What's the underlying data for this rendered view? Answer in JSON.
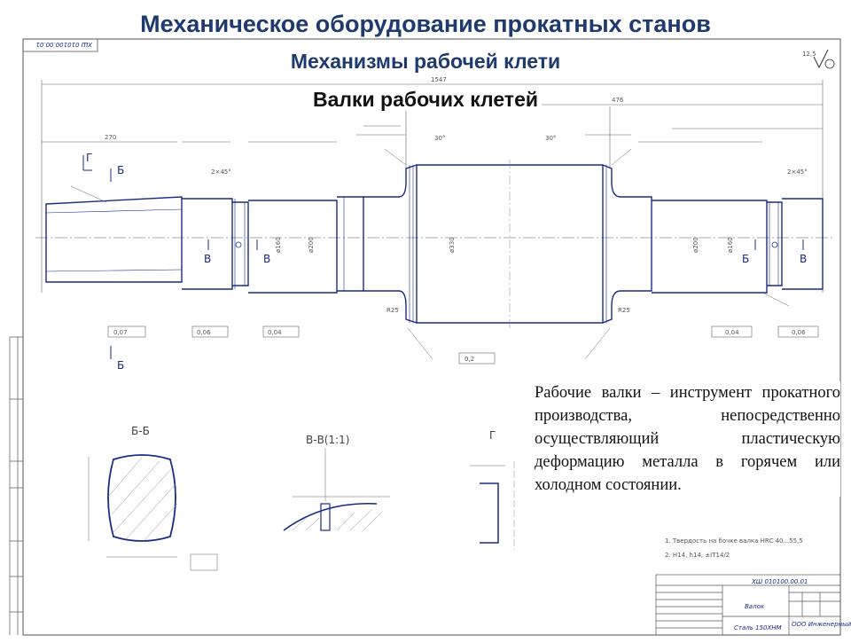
{
  "slide": {
    "title": "Механическое оборудование прокатных станов",
    "subtitle": "Механизмы рабочей клети",
    "heading": "Валки рабочих клетей",
    "description": "Рабочие валки – инструмент прокатного производства, непосредственно осуществляющий пластическую деформацию металла в горячем или холодном состоянии."
  },
  "drawing": {
    "doc_code_top": "ХШ 010100.00.01",
    "roughness": "12,5",
    "section_labels": {
      "bb": "Б-Б",
      "vv": "В-В(1:1)",
      "g": "Г"
    },
    "view_marks": {
      "g": "Г",
      "b": "Б",
      "v": "В"
    },
    "dims": {
      "total": "1547",
      "right_len": "476",
      "left_len": "270",
      "d_center": "ø330",
      "d_neck": "ø200",
      "d_journal": "ø160",
      "angle": "30°",
      "chamfer": "2×45°",
      "r25": "R25",
      "tol_04": "0,04",
      "tol_06": "0,06",
      "tol_02": "0,2",
      "tol_07": "0,07"
    },
    "notes": [
      "1. Твердость на бочке валка HRC 40...55,5",
      "2. H14, h14, ±IT14/2"
    ],
    "title_block": {
      "code": "ХШ 010100.00.01",
      "name": "Валок",
      "material": "Сталь 150ХНМ",
      "org": "ООО Инженерный центр"
    }
  }
}
